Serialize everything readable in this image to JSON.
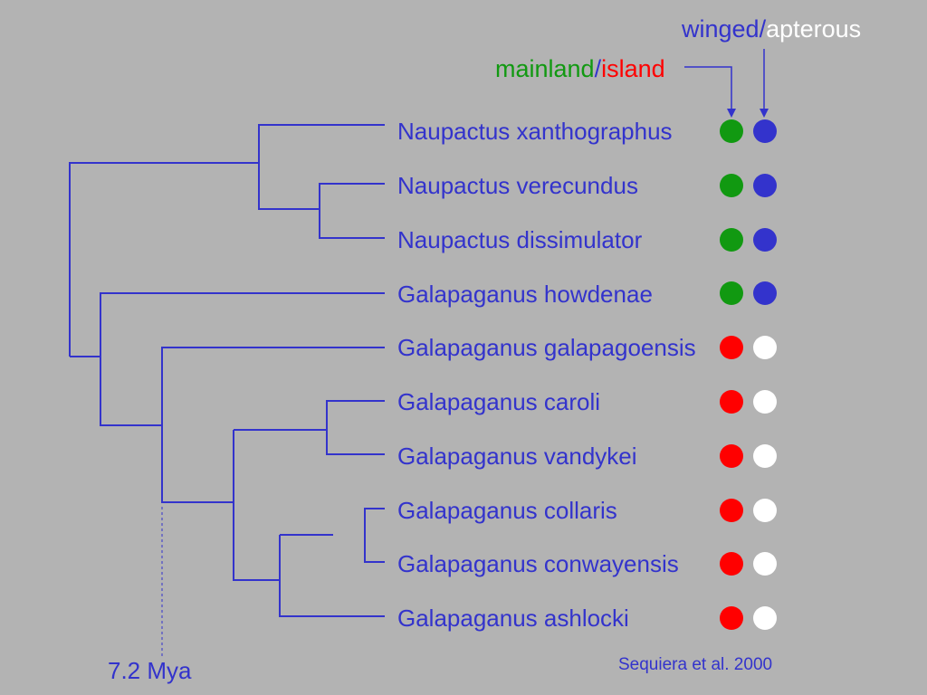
{
  "legend": {
    "wing": {
      "winged": "winged",
      "slash": "/",
      "apterous": "apterous"
    },
    "habitat": {
      "mainland": "mainland",
      "slash": "/",
      "island": "island"
    }
  },
  "colors": {
    "tree": "#3333cc",
    "mainland": "#119911",
    "island": "#ff0000",
    "winged": "#3333cc",
    "apterous": "#ffffff",
    "text": "#3333cc",
    "background": "#b3b3b3"
  },
  "taxa": [
    {
      "name": "Naupactus xanthographus",
      "habitat": "mainland",
      "wing": "winged"
    },
    {
      "name": "Naupactus verecundus",
      "habitat": "mainland",
      "wing": "winged"
    },
    {
      "name": "Naupactus dissimulator",
      "habitat": "mainland",
      "wing": "winged"
    },
    {
      "name": "Galapaganus howdenae",
      "habitat": "mainland",
      "wing": "winged"
    },
    {
      "name": "Galapaganus galapagoensis",
      "habitat": "island",
      "wing": "apterous"
    },
    {
      "name": "Galapaganus caroli",
      "habitat": "island",
      "wing": "apterous"
    },
    {
      "name": "Galapaganus vandykei",
      "habitat": "island",
      "wing": "apterous"
    },
    {
      "name": "Galapaganus collaris",
      "habitat": "island",
      "wing": "apterous"
    },
    {
      "name": "Galapaganus conwayensis",
      "habitat": "island",
      "wing": "apterous"
    },
    {
      "name": "Galapaganus ashlocki",
      "habitat": "island",
      "wing": "apterous"
    }
  ],
  "time_marker": "7.2 Mya",
  "citation": "Sequiera et al. 2000"
}
